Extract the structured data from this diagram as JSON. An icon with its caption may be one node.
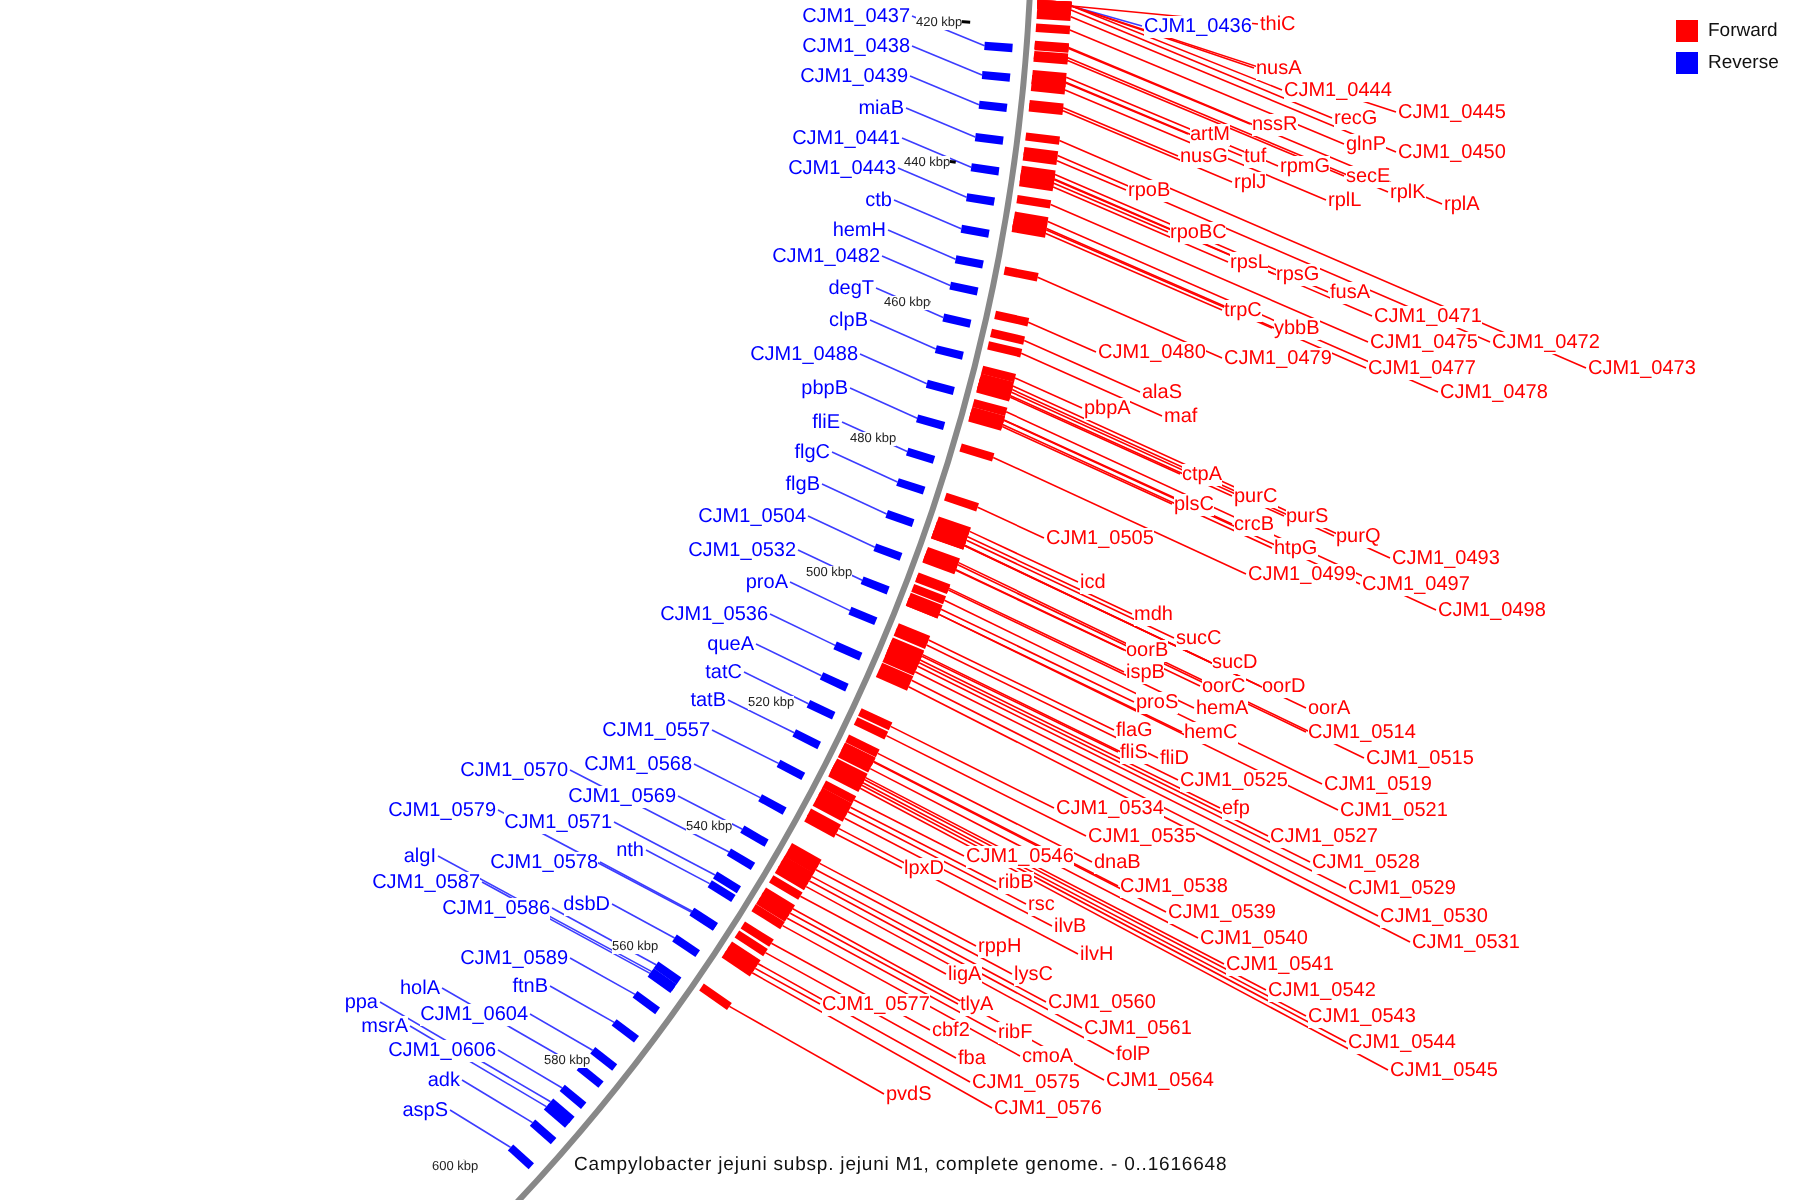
{
  "diagram": {
    "caption": "Campylobacter jejuni subsp. jejuni M1, complete genome. - 0..1616648",
    "nodes": [
      {
        "text": [
          "CJM1_0437"
        ]
      },
      {
        "text": [
          "CJM1_0438"
        ]
      },
      {
        "text": [
          "CJM1_0439"
        ]
      },
      {
        "text": [
          "miaB"
        ]
      },
      {
        "text": [
          "CJM1_0441"
        ]
      },
      {
        "text": [
          "CJM1_0443"
        ]
      },
      {
        "text": [
          "ctb"
        ]
      },
      {
        "text": [
          "hemH"
        ]
      },
      {
        "text": [
          "CJM1_0482"
        ]
      },
      {
        "text": [
          "degT"
        ]
      },
      {
        "text": [
          "clpB"
        ]
      },
      {
        "text": [
          "CJM1_0488"
        ]
      },
      {
        "text": [
          "pbpB"
        ]
      },
      {
        "text": [
          "fliE"
        ]
      },
      {
        "text": [
          "flgC"
        ]
      },
      {
        "text": [
          "flgB"
        ]
      },
      {
        "text": [
          "CJM1_0504"
        ]
      },
      {
        "text": [
          "CJM1_0532"
        ]
      },
      {
        "text": [
          "proA"
        ]
      },
      {
        "text": [
          "CJM1_0536"
        ]
      },
      {
        "text": [
          "queA"
        ]
      },
      {
        "text": [
          "tatC"
        ]
      },
      {
        "text": [
          "tatB"
        ]
      },
      {
        "text": [
          "CJM1_0557"
        ]
      },
      {
        "text": [
          "CJM1_0570"
        ]
      },
      {
        "text": [
          "CJM1_0568"
        ]
      },
      {
        "text": [
          "CJM1_0569"
        ]
      },
      {
        "text": [
          "CJM1_0579"
        ]
      },
      {
        "text": [
          "CJM1_0571"
        ]
      },
      {
        "text": [
          "nth"
        ]
      },
      {
        "text": [
          "algI"
        ]
      },
      {
        "text": [
          "CJM1_0578"
        ]
      },
      {
        "text": [
          "CJM1_0587"
        ]
      },
      {
        "text": [
          "CJM1_0586"
        ]
      },
      {
        "text": [
          "dsbD"
        ]
      },
      {
        "text": [
          "CJM1_0589"
        ]
      },
      {
        "text": [
          "ftnB"
        ]
      },
      {
        "text": [
          "holA"
        ]
      },
      {
        "text": [
          "ppa"
        ]
      },
      {
        "text": [
          "CJM1_0604"
        ]
      },
      {
        "text": [
          "msrA"
        ]
      },
      {
        "text": [
          "CJM1_0606"
        ]
      },
      {
        "text": [
          "adk"
        ]
      },
      {
        "text": [
          "aspS"
        ]
      },
      {
        "text": [
          "CJM1_0436"
        ]
      },
      {
        "text": [
          "thiC"
        ]
      },
      {
        "text": [
          "nusA"
        ]
      },
      {
        "text": [
          "CJM1_0444"
        ]
      },
      {
        "text": [
          "CJM1_0445"
        ]
      },
      {
        "text": [
          "recG"
        ]
      },
      {
        "text": [
          "nssR"
        ]
      },
      {
        "text": [
          "artM"
        ]
      },
      {
        "text": [
          "glnP"
        ]
      },
      {
        "text": [
          "CJM1_0450"
        ]
      },
      {
        "text": [
          "nusG"
        ]
      },
      {
        "text": [
          "tuf"
        ]
      },
      {
        "text": [
          "rpmG"
        ]
      },
      {
        "text": [
          "secE"
        ]
      },
      {
        "text": [
          "rpoB"
        ]
      },
      {
        "text": [
          "rplJ"
        ]
      },
      {
        "text": [
          "rplK"
        ]
      },
      {
        "text": [
          "rplL"
        ]
      },
      {
        "text": [
          "rplA"
        ]
      },
      {
        "text": [
          "rpoBC"
        ]
      },
      {
        "text": [
          "rpsL"
        ]
      },
      {
        "text": [
          "rpsG"
        ]
      },
      {
        "text": [
          "fusA"
        ]
      },
      {
        "text": [
          "trpC"
        ]
      },
      {
        "text": [
          "CJM1_0471"
        ]
      },
      {
        "text": [
          "ybbB"
        ]
      },
      {
        "text": [
          "CJM1_0475"
        ]
      },
      {
        "text": [
          "CJM1_0472"
        ]
      },
      {
        "text": [
          "CJM1_0480"
        ]
      },
      {
        "text": [
          "CJM1_0479"
        ]
      },
      {
        "text": [
          "CJM1_0477"
        ]
      },
      {
        "text": [
          "CJM1_0473"
        ]
      },
      {
        "text": [
          "CJM1_0478"
        ]
      },
      {
        "text": [
          "alaS"
        ]
      },
      {
        "text": [
          "pbpA"
        ]
      },
      {
        "text": [
          "maf"
        ]
      },
      {
        "text": [
          "ctpA"
        ]
      },
      {
        "text": [
          "purC"
        ]
      },
      {
        "text": [
          "plsC"
        ]
      },
      {
        "text": [
          "purS"
        ]
      },
      {
        "text": [
          "crcB"
        ]
      },
      {
        "text": [
          "purQ"
        ]
      },
      {
        "text": [
          "htpG"
        ]
      },
      {
        "text": [
          "CJM1_0505"
        ]
      },
      {
        "text": [
          "CJM1_0493"
        ]
      },
      {
        "text": [
          "CJM1_0499"
        ]
      },
      {
        "text": [
          "CJM1_0497"
        ]
      },
      {
        "text": [
          "CJM1_0498"
        ]
      },
      {
        "text": [
          "icd"
        ]
      },
      {
        "text": [
          "mdh"
        ]
      },
      {
        "text": [
          "sucC"
        ]
      },
      {
        "text": [
          "oorB"
        ]
      },
      {
        "text": [
          "sucD"
        ]
      },
      {
        "text": [
          "ispB"
        ]
      },
      {
        "text": [
          "oorC"
        ]
      },
      {
        "text": [
          "oorD"
        ]
      },
      {
        "text": [
          "proS"
        ]
      },
      {
        "text": [
          "hemA"
        ]
      },
      {
        "text": [
          "oorA"
        ]
      },
      {
        "text": [
          "flaG"
        ]
      },
      {
        "text": [
          "hemC"
        ]
      },
      {
        "text": [
          "CJM1_0514"
        ]
      },
      {
        "text": [
          "fliS"
        ]
      },
      {
        "text": [
          "fliD"
        ]
      },
      {
        "text": [
          "CJM1_0515"
        ]
      },
      {
        "text": [
          "CJM1_0525"
        ]
      },
      {
        "text": [
          "CJM1_0519"
        ]
      },
      {
        "text": [
          "CJM1_0534"
        ]
      },
      {
        "text": [
          "efp"
        ]
      },
      {
        "text": [
          "CJM1_0521"
        ]
      },
      {
        "text": [
          "CJM1_0535"
        ]
      },
      {
        "text": [
          "CJM1_0527"
        ]
      },
      {
        "text": [
          "CJM1_0528"
        ]
      },
      {
        "text": [
          "CJM1_0546"
        ]
      },
      {
        "text": [
          "dnaB"
        ]
      },
      {
        "text": [
          "lpxD"
        ]
      },
      {
        "text": [
          "CJM1_0538"
        ]
      },
      {
        "text": [
          "CJM1_0529"
        ]
      },
      {
        "text": [
          "ribB"
        ]
      },
      {
        "text": [
          "rsc"
        ]
      },
      {
        "text": [
          "CJM1_0539"
        ]
      },
      {
        "text": [
          "CJM1_0530"
        ]
      },
      {
        "text": [
          "ilvB"
        ]
      },
      {
        "text": [
          "CJM1_0540"
        ]
      },
      {
        "text": [
          "CJM1_0531"
        ]
      },
      {
        "text": [
          "ilvH"
        ]
      },
      {
        "text": [
          "CJM1_0541"
        ]
      },
      {
        "text": [
          "rppH"
        ]
      },
      {
        "text": [
          "lysC"
        ]
      },
      {
        "text": [
          "ligA"
        ]
      },
      {
        "text": [
          "CJM1_0542"
        ]
      },
      {
        "text": [
          "CJM1_0560"
        ]
      },
      {
        "text": [
          "tlyA"
        ]
      },
      {
        "text": [
          "CJM1_0577"
        ]
      },
      {
        "text": [
          "CJM1_0543"
        ]
      },
      {
        "text": [
          "CJM1_0561"
        ]
      },
      {
        "text": [
          "cbf2"
        ]
      },
      {
        "text": [
          "ribF"
        ]
      },
      {
        "text": [
          "CJM1_0544"
        ]
      },
      {
        "text": [
          "folP"
        ]
      },
      {
        "text": [
          "fba"
        ]
      },
      {
        "text": [
          "cmoA"
        ]
      },
      {
        "text": [
          "CJM1_0564"
        ]
      },
      {
        "text": [
          "CJM1_0575"
        ]
      },
      {
        "text": [
          "CJM1_0545"
        ]
      },
      {
        "text": [
          "pvdS"
        ]
      },
      {
        "text": [
          "CJM1_0576"
        ]
      },
      {
        "text": [],
        "shape": "bar"
      },
      {
        "text": [],
        "shape": "bar"
      },
      {
        "text": [],
        "shape": "bar"
      },
      {
        "text": [],
        "shape": "bar"
      },
      {
        "text": [],
        "shape": "bar"
      },
      {
        "text": [],
        "shape": "bar"
      },
      {
        "text": [],
        "shape": "bar"
      },
      {
        "text": [],
        "shape": "bar"
      },
      {
        "text": [],
        "shape": "bar"
      },
      {
        "text": [],
        "shape": "bar"
      },
      {
        "text": [],
        "shape": "bar"
      },
      {
        "text": [],
        "shape": "bar"
      },
      {
        "text": [],
        "shape": "bar"
      },
      {
        "text": [],
        "shape": "bar"
      },
      {
        "text": [],
        "shape": "bar"
      },
      {
        "text": [],
        "shape": "bar"
      },
      {
        "text": [],
        "shape": "bar"
      },
      {
        "text": [],
        "shape": "bar"
      },
      {
        "text": [],
        "shape": "bar"
      },
      {
        "text": [],
        "shape": "bar"
      },
      {
        "text": [],
        "shape": "bar"
      },
      {
        "text": [],
        "shape": "bar"
      },
      {
        "text": [],
        "shape": "bar"
      },
      {
        "text": [],
        "shape": "bar"
      },
      {
        "text": [],
        "shape": "bar"
      },
      {
        "text": [],
        "shape": "bar"
      },
      {
        "text": [],
        "shape": "bar"
      },
      {
        "text": [],
        "shape": "bar"
      },
      {
        "text": [],
        "shape": "bar"
      },
      {
        "text": [],
        "shape": "bar"
      },
      {
        "text": [],
        "shape": "bar"
      },
      {
        "text": [],
        "shape": "bar"
      },
      {
        "text": [],
        "shape": "bar"
      },
      {
        "text": [],
        "shape": "bar"
      },
      {
        "text": [],
        "shape": "bar"
      },
      {
        "text": [],
        "shape": "bar"
      },
      {
        "text": [],
        "shape": "bar"
      },
      {
        "text": [],
        "shape": "bar"
      },
      {
        "text": [],
        "shape": "bar"
      },
      {
        "text": [],
        "shape": "bar"
      },
      {
        "text": [],
        "shape": "bar"
      },
      {
        "text": [],
        "shape": "bar"
      },
      {
        "text": [],
        "shape": "bar"
      },
      {
        "text": [],
        "shape": "bar"
      },
      {
        "text": [],
        "shape": "bar"
      },
      {
        "text": [],
        "shape": "bar"
      },
      {
        "text": [],
        "shape": "bar"
      },
      {
        "text": [],
        "shape": "bar"
      },
      {
        "text": [],
        "shape": "bar"
      },
      {
        "text": [],
        "shape": "bar"
      },
      {
        "text": [],
        "shape": "bar"
      },
      {
        "text": [],
        "shape": "bar"
      },
      {
        "text": [],
        "shape": "bar"
      },
      {
        "text": [],
        "shape": "bar"
      },
      {
        "text": [],
        "shape": "bar"
      },
      {
        "text": [],
        "shape": "bar"
      },
      {
        "text": [],
        "shape": "bar"
      },
      {
        "text": [],
        "shape": "bar"
      },
      {
        "text": [],
        "shape": "bar"
      },
      {
        "text": [],
        "shape": "bar"
      },
      {
        "text": [],
        "shape": "bar"
      },
      {
        "text": [],
        "shape": "bar"
      },
      {
        "text": [],
        "shape": "bar"
      },
      {
        "text": [],
        "shape": "bar"
      },
      {
        "text": [],
        "shape": "bar"
      },
      {
        "text": [],
        "shape": "bar"
      },
      {
        "text": [],
        "shape": "bar"
      },
      {
        "text": [],
        "shape": "bar"
      },
      {
        "text": [],
        "shape": "bar"
      },
      {
        "text": [],
        "shape": "bar"
      },
      {
        "text": [],
        "shape": "bar"
      },
      {
        "text": [],
        "shape": "bar"
      },
      {
        "text": [],
        "shape": "bar"
      },
      {
        "text": [],
        "shape": "bar"
      },
      {
        "text": [],
        "shape": "bar"
      },
      {
        "text": [],
        "shape": "bar"
      },
      {
        "text": [],
        "shape": "bar"
      },
      {
        "text": [],
        "shape": "bar"
      },
      {
        "text": [],
        "shape": "bar"
      },
      {
        "text": [],
        "shape": "bar"
      },
      {
        "text": [],
        "shape": "bar"
      },
      {
        "text": [],
        "shape": "bar"
      },
      {
        "text": [],
        "shape": "bar"
      },
      {
        "text": [],
        "shape": "bar"
      },
      {
        "text": [],
        "shape": "bar"
      },
      {
        "text": [],
        "shape": "bar"
      },
      {
        "text": [],
        "shape": "bar"
      },
      {
        "text": [],
        "shape": "bar"
      },
      {
        "text": [],
        "shape": "bar"
      },
      {
        "text": [],
        "shape": "bar"
      },
      {
        "text": [],
        "shape": "bar"
      },
      {
        "text": [],
        "shape": "bar"
      },
      {
        "text": [],
        "shape": "bar"
      },
      {
        "text": [],
        "shape": "bar"
      },
      {
        "text": [],
        "shape": "bar"
      },
      {
        "text": [],
        "shape": "bar"
      },
      {
        "text": [],
        "shape": "bar"
      },
      {
        "text": [],
        "shape": "bar"
      },
      {
        "text": [],
        "shape": "bar"
      },
      {
        "text": [],
        "shape": "bar"
      },
      {
        "text": [],
        "shape": "bar"
      },
      {
        "text": [],
        "shape": "bar"
      },
      {
        "text": [],
        "shape": "bar"
      },
      {
        "text": [],
        "shape": "bar"
      },
      {
        "text": [],
        "shape": "bar"
      },
      {
        "text": [],
        "shape": "bar"
      },
      {
        "text": [],
        "shape": "bar"
      },
      {
        "text": [],
        "shape": "bar"
      },
      {
        "text": [],
        "shape": "bar"
      },
      {
        "text": [],
        "shape": "bar"
      },
      {
        "text": [],
        "shape": "bar"
      },
      {
        "text": [],
        "shape": "bar"
      },
      {
        "text": [],
        "shape": "bar"
      },
      {
        "text": [],
        "shape": "bar"
      },
      {
        "text": [],
        "shape": "bar"
      },
      {
        "text": [],
        "shape": "bar"
      },
      {
        "text": [],
        "shape": "bar"
      },
      {
        "text": [],
        "shape": "bar"
      },
      {
        "text": [],
        "shape": "bar"
      },
      {
        "text": [],
        "shape": "bar"
      },
      {
        "text": [],
        "shape": "bar"
      },
      {
        "text": [],
        "shape": "bar"
      },
      {
        "text": [],
        "shape": "bar"
      },
      {
        "text": [],
        "shape": "bar"
      },
      {
        "text": [],
        "shape": "bar"
      },
      {
        "text": [],
        "shape": "bar"
      },
      {
        "text": [],
        "shape": "bar"
      },
      {
        "text": [],
        "shape": "bar"
      },
      {
        "text": [],
        "shape": "bar"
      },
      {
        "text": [],
        "shape": "bar"
      },
      {
        "text": [],
        "shape": "bar"
      },
      {
        "text": [],
        "shape": "bar"
      },
      {
        "text": [],
        "shape": "bar"
      },
      {
        "text": [],
        "shape": "bar"
      },
      {
        "text": [],
        "shape": "bar"
      },
      {
        "text": [],
        "shape": "bar"
      },
      {
        "text": [],
        "shape": "bar"
      },
      {
        "text": [],
        "shape": "bar"
      },
      {
        "text": [],
        "shape": "bar"
      },
      {
        "text": [],
        "shape": "bar"
      },
      {
        "text": [],
        "shape": "bar"
      },
      {
        "text": [],
        "shape": "bar"
      },
      {
        "text": [],
        "shape": "bar"
      },
      {
        "text": [],
        "shape": "bar"
      },
      {
        "text": [],
        "shape": "bar"
      },
      {
        "text": [],
        "shape": "bar"
      },
      {
        "text": [],
        "shape": "bar"
      },
      {
        "text": [],
        "shape": "bar"
      },
      {
        "text": [],
        "shape": "bar"
      },
      {
        "text": [],
        "shape": "bar"
      },
      {
        "text": [],
        "shape": "bar"
      }
    ],
    "edges": [
      {
        "from": 0,
        "to": 151,
        "arrow": "none",
        "color": "#3c3cff"
      },
      {
        "from": 1,
        "to": 152,
        "arrow": "none",
        "color": "#3c3cff"
      },
      {
        "from": 2,
        "to": 153,
        "arrow": "none",
        "color": "#3c3cff"
      },
      {
        "from": 3,
        "to": 154,
        "arrow": "none",
        "color": "#3c3cff"
      },
      {
        "from": 4,
        "to": 155,
        "arrow": "none",
        "color": "#3c3cff"
      },
      {
        "from": 5,
        "to": 156,
        "arrow": "none",
        "color": "#3c3cff"
      },
      {
        "from": 6,
        "to": 157,
        "arrow": "none",
        "color": "#3c3cff"
      },
      {
        "from": 7,
        "to": 158,
        "arrow": "none",
        "color": "#3c3cff"
      },
      {
        "from": 8,
        "to": 159,
        "arrow": "none",
        "color": "#3c3cff"
      },
      {
        "from": 9,
        "to": 160,
        "arrow": "none",
        "color": "#3c3cff"
      },
      {
        "from": 10,
        "to": 161,
        "arrow": "none",
        "color": "#3c3cff"
      },
      {
        "from": 11,
        "to": 162,
        "arrow": "none",
        "color": "#3c3cff"
      },
      {
        "from": 12,
        "to": 163,
        "arrow": "none",
        "color": "#3c3cff"
      },
      {
        "from": 13,
        "to": 164,
        "arrow": "none",
        "color": "#3c3cff"
      },
      {
        "from": 14,
        "to": 165,
        "arrow": "none",
        "color": "#3c3cff"
      },
      {
        "from": 15,
        "to": 166,
        "arrow": "none",
        "color": "#3c3cff"
      },
      {
        "from": 16,
        "to": 167,
        "arrow": "none",
        "color": "#3c3cff"
      },
      {
        "from": 17,
        "to": 168,
        "arrow": "none",
        "color": "#3c3cff"
      },
      {
        "from": 18,
        "to": 169,
        "arrow": "none",
        "color": "#3c3cff"
      },
      {
        "from": 19,
        "to": 170,
        "arrow": "none",
        "color": "#3c3cff"
      },
      {
        "from": 20,
        "to": 171,
        "arrow": "none",
        "color": "#3c3cff"
      },
      {
        "from": 21,
        "to": 172,
        "arrow": "none",
        "color": "#3c3cff"
      },
      {
        "from": 22,
        "to": 173,
        "arrow": "none",
        "color": "#3c3cff"
      },
      {
        "from": 23,
        "to": 174,
        "arrow": "none",
        "color": "#3c3cff"
      },
      {
        "from": 24,
        "to": 175,
        "arrow": "none",
        "color": "#3c3cff"
      },
      {
        "from": 25,
        "to": 176,
        "arrow": "none",
        "color": "#3c3cff"
      },
      {
        "from": 26,
        "to": 177,
        "arrow": "none",
        "color": "#3c3cff"
      },
      {
        "from": 27,
        "to": 178,
        "arrow": "none",
        "color": "#3c3cff"
      },
      {
        "from": 28,
        "to": 179,
        "arrow": "none",
        "color": "#3c3cff"
      },
      {
        "from": 29,
        "to": 180,
        "arrow": "none",
        "color": "#3c3cff"
      },
      {
        "from": 30,
        "to": 181,
        "arrow": "none",
        "color": "#3c3cff"
      },
      {
        "from": 31,
        "to": 182,
        "arrow": "none",
        "color": "#3c3cff"
      },
      {
        "from": 32,
        "to": 183,
        "arrow": "none",
        "color": "#3c3cff"
      },
      {
        "from": 33,
        "to": 184,
        "arrow": "none",
        "color": "#3c3cff"
      },
      {
        "from": 34,
        "to": 185,
        "arrow": "none",
        "color": "#3c3cff"
      },
      {
        "from": 35,
        "to": 186,
        "arrow": "none",
        "color": "#3c3cff"
      },
      {
        "from": 36,
        "to": 187,
        "arrow": "none",
        "color": "#3c3cff"
      },
      {
        "from": 37,
        "to": 188,
        "arrow": "none",
        "color": "#3c3cff"
      },
      {
        "from": 38,
        "to": 189,
        "arrow": "none",
        "color": "#3c3cff"
      },
      {
        "from": 39,
        "to": 190,
        "arrow": "none",
        "color": "#3c3cff"
      },
      {
        "from": 40,
        "to": 191,
        "arrow": "none",
        "color": "#3c3cff"
      },
      {
        "from": 41,
        "to": 192,
        "arrow": "none",
        "color": "#3c3cff"
      },
      {
        "from": 42,
        "to": 193,
        "arrow": "none",
        "color": "#3c3cff"
      },
      {
        "from": 43,
        "to": 194,
        "arrow": "none",
        "color": "#3c3cff"
      },
      {
        "from": 44,
        "to": 195,
        "arrow": "none",
        "color": "#3c3cff"
      },
      {
        "from": 45,
        "to": 196,
        "arrow": "none"
      },
      {
        "from": 46,
        "to": 197,
        "arrow": "none"
      },
      {
        "from": 47,
        "to": 198,
        "arrow": "none"
      },
      {
        "from": 48,
        "to": 199,
        "arrow": "none"
      },
      {
        "from": 49,
        "to": 200,
        "arrow": "none"
      },
      {
        "from": 50,
        "to": 201,
        "arrow": "none"
      },
      {
        "from": 51,
        "to": 202,
        "arrow": "none"
      },
      {
        "from": 52,
        "to": 203,
        "arrow": "none"
      },
      {
        "from": 53,
        "to": 204,
        "arrow": "none"
      },
      {
        "from": 54,
        "to": 205,
        "arrow": "none"
      },
      {
        "from": 55,
        "to": 206,
        "arrow": "none"
      },
      {
        "from": 56,
        "to": 207,
        "arrow": "none"
      },
      {
        "from": 57,
        "to": 208,
        "arrow": "none"
      },
      {
        "from": 58,
        "to": 209,
        "arrow": "none"
      },
      {
        "from": 59,
        "to": 210,
        "arrow": "none"
      },
      {
        "from": 60,
        "to": 211,
        "arrow": "none"
      },
      {
        "from": 61,
        "to": 212,
        "arrow": "none"
      },
      {
        "from": 62,
        "to": 213,
        "arrow": "none"
      },
      {
        "from": 63,
        "to": 214,
        "arrow": "none"
      },
      {
        "from": 64,
        "to": 215,
        "arrow": "none"
      },
      {
        "from": 65,
        "to": 216,
        "arrow": "none"
      },
      {
        "from": 66,
        "to": 217,
        "arrow": "none"
      },
      {
        "from": 67,
        "to": 218,
        "arrow": "none"
      },
      {
        "from": 68,
        "to": 219,
        "arrow": "none"
      },
      {
        "from": 69,
        "to": 220,
        "arrow": "none"
      },
      {
        "from": 70,
        "to": 221,
        "arrow": "none"
      },
      {
        "from": 71,
        "to": 222,
        "arrow": "none"
      },
      {
        "from": 72,
        "to": 223,
        "arrow": "none"
      },
      {
        "from": 73,
        "to": 224,
        "arrow": "none"
      },
      {
        "from": 74,
        "to": 225,
        "arrow": "none"
      },
      {
        "from": 75,
        "to": 226,
        "arrow": "none"
      },
      {
        "from": 76,
        "to": 227,
        "arrow": "none"
      },
      {
        "from": 77,
        "to": 228,
        "arrow": "none"
      },
      {
        "from": 78,
        "to": 229,
        "arrow": "none"
      },
      {
        "from": 79,
        "to": 230,
        "arrow": "none"
      },
      {
        "from": 80,
        "to": 231,
        "arrow": "none"
      },
      {
        "from": 81,
        "to": 232,
        "arrow": "none"
      },
      {
        "from": 82,
        "to": 233,
        "arrow": "none"
      },
      {
        "from": 83,
        "to": 234,
        "arrow": "none"
      },
      {
        "from": 84,
        "to": 235,
        "arrow": "none"
      },
      {
        "from": 85,
        "to": 236,
        "arrow": "none"
      },
      {
        "from": 86,
        "to": 237,
        "arrow": "none"
      },
      {
        "from": 87,
        "to": 238,
        "arrow": "none"
      },
      {
        "from": 88,
        "to": 239,
        "arrow": "none"
      },
      {
        "from": 89,
        "to": 240,
        "arrow": "none"
      },
      {
        "from": 90,
        "to": 241,
        "arrow": "none"
      },
      {
        "from": 91,
        "to": 242,
        "arrow": "none"
      },
      {
        "from": 92,
        "to": 243,
        "arrow": "none"
      },
      {
        "from": 93,
        "to": 244,
        "arrow": "none"
      },
      {
        "from": 94,
        "to": 245,
        "arrow": "none"
      },
      {
        "from": 95,
        "to": 246,
        "arrow": "none"
      },
      {
        "from": 96,
        "to": 247,
        "arrow": "none"
      },
      {
        "from": 97,
        "to": 248,
        "arrow": "none"
      },
      {
        "from": 98,
        "to": 249,
        "arrow": "none"
      },
      {
        "from": 99,
        "to": 250,
        "arrow": "none"
      },
      {
        "from": 100,
        "to": 251,
        "arrow": "none"
      },
      {
        "from": 101,
        "to": 252,
        "arrow": "none"
      },
      {
        "from": 102,
        "to": 253,
        "arrow": "none"
      },
      {
        "from": 103,
        "to": 254,
        "arrow": "none"
      },
      {
        "from": 104,
        "to": 255,
        "arrow": "none"
      },
      {
        "from": 105,
        "to": 256,
        "arrow": "none"
      },
      {
        "from": 106,
        "to": 257,
        "arrow": "none"
      },
      {
        "from": 107,
        "to": 258,
        "arrow": "none"
      },
      {
        "from": 108,
        "to": 259,
        "arrow": "none"
      },
      {
        "from": 109,
        "to": 260,
        "arrow": "none"
      },
      {
        "from": 110,
        "to": 261,
        "arrow": "none"
      },
      {
        "from": 111,
        "to": 262,
        "arrow": "none"
      },
      {
        "from": 112,
        "to": 263,
        "arrow": "none"
      },
      {
        "from": 113,
        "to": 264,
        "arrow": "none"
      },
      {
        "from": 114,
        "to": 265,
        "arrow": "none"
      },
      {
        "from": 115,
        "to": 266,
        "arrow": "none"
      },
      {
        "from": 116,
        "to": 267,
        "arrow": "none"
      },
      {
        "from": 117,
        "to": 268,
        "arrow": "none"
      },
      {
        "from": 118,
        "to": 269,
        "arrow": "none"
      },
      {
        "from": 119,
        "to": 270,
        "arrow": "none"
      },
      {
        "from": 120,
        "to": 271,
        "arrow": "none"
      },
      {
        "from": 121,
        "to": 272,
        "arrow": "none"
      },
      {
        "from": 122,
        "to": 273,
        "arrow": "none"
      },
      {
        "from": 123,
        "to": 274,
        "arrow": "none"
      },
      {
        "from": 124,
        "to": 275,
        "arrow": "none"
      },
      {
        "from": 125,
        "to": 276,
        "arrow": "none"
      },
      {
        "from": 126,
        "to": 277,
        "arrow": "none"
      },
      {
        "from": 127,
        "to": 278,
        "arrow": "none"
      },
      {
        "from": 128,
        "to": 279,
        "arrow": "none"
      },
      {
        "from": 129,
        "to": 280,
        "arrow": "none"
      },
      {
        "from": 130,
        "to": 281,
        "arrow": "none"
      },
      {
        "from": 131,
        "to": 282,
        "arrow": "none"
      },
      {
        "from": 132,
        "to": 283,
        "arrow": "none"
      },
      {
        "from": 133,
        "to": 284,
        "arrow": "none"
      },
      {
        "from": 134,
        "to": 285,
        "arrow": "none"
      },
      {
        "from": 135,
        "to": 286,
        "arrow": "none"
      },
      {
        "from": 136,
        "to": 287,
        "arrow": "none"
      },
      {
        "from": 137,
        "to": 288,
        "arrow": "none"
      },
      {
        "from": 138,
        "to": 289,
        "arrow": "none"
      },
      {
        "from": 139,
        "to": 290,
        "arrow": "none"
      },
      {
        "from": 140,
        "to": 291,
        "arrow": "none"
      },
      {
        "from": 141,
        "to": 292,
        "arrow": "none"
      },
      {
        "from": 142,
        "to": 293,
        "arrow": "none"
      },
      {
        "from": 143,
        "to": 294,
        "arrow": "none"
      },
      {
        "from": 144,
        "to": 295,
        "arrow": "none"
      },
      {
        "from": 145,
        "to": 296,
        "arrow": "none"
      },
      {
        "from": 146,
        "to": 297,
        "arrow": "none"
      },
      {
        "from": 147,
        "to": 298,
        "arrow": "none"
      },
      {
        "from": 148,
        "to": 299,
        "arrow": "none"
      },
      {
        "from": 149,
        "to": 300,
        "arrow": "none"
      },
      {
        "from": 150,
        "to": 301,
        "arrow": "none"
      }
    ],
    "labels": [
      "420 kbp",
      "440 kbp",
      "460 kbp",
      "480 kbp",
      "500 kbp",
      "520 kbp",
      "540 kbp",
      "560 kbp",
      "580 kbp",
      "600 kbp"
    ],
    "legend": [
      {
        "text": "Forward",
        "color": "#ff0000"
      },
      {
        "text": "Reverse",
        "color": "#0000ff"
      }
    ]
  }
}
